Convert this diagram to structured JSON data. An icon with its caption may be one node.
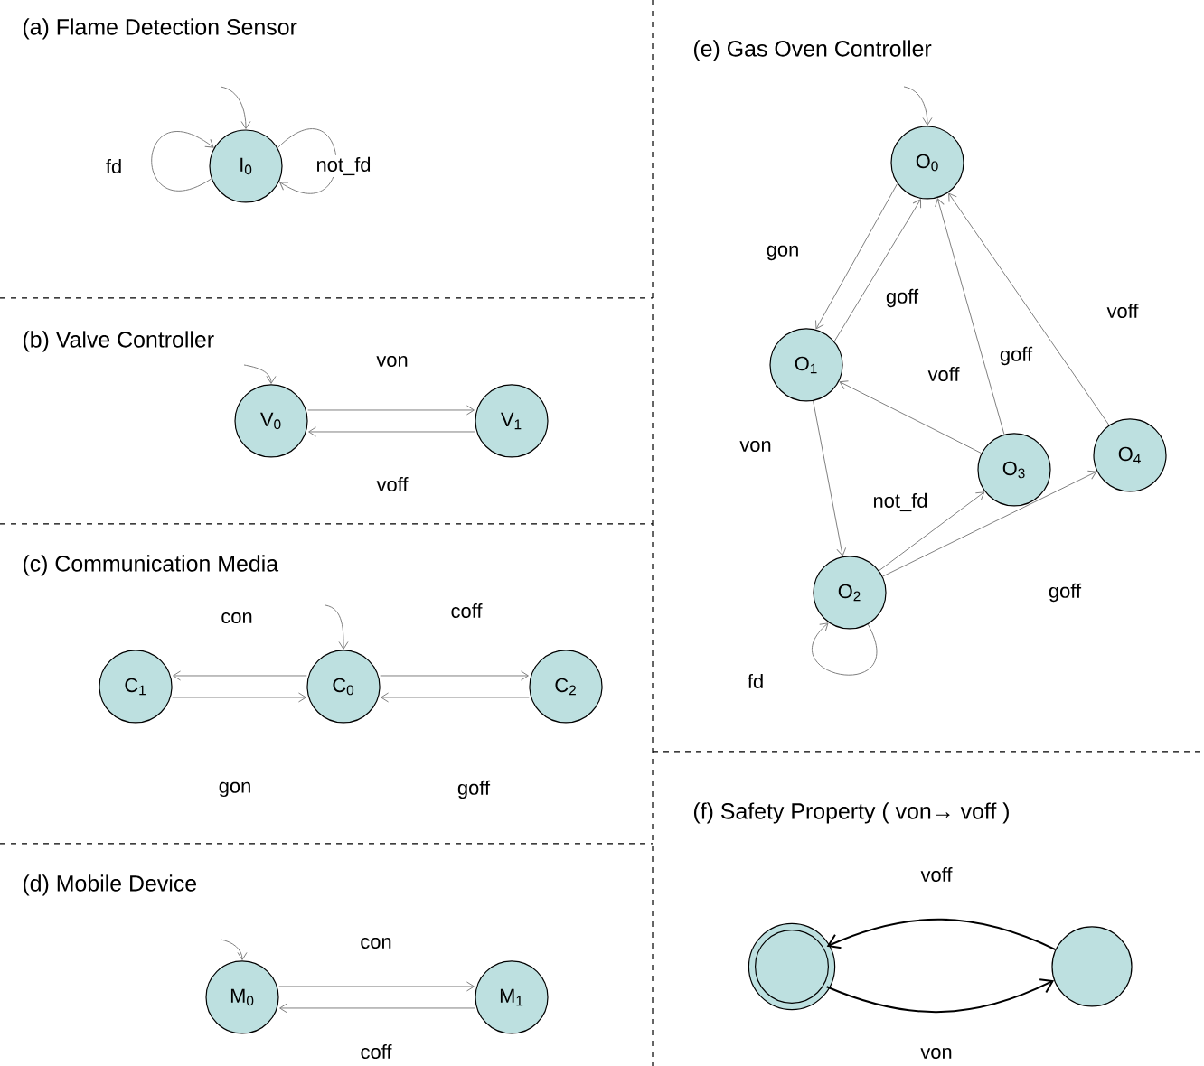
{
  "diagram": {
    "nodes": [
      {
        "text": [
          "I$_{0}$"
        ]
      },
      {
        "text": [
          "V$_{0}$"
        ]
      },
      {
        "text": [
          "V$_{1}$"
        ]
      },
      {
        "text": [
          "C$_{1}$"
        ]
      },
      {
        "text": [
          "C$_{0}$"
        ]
      },
      {
        "text": [
          "C$_{2}$"
        ]
      },
      {
        "text": [
          "M$_{0}$"
        ]
      },
      {
        "text": [
          "M$_{1}$"
        ]
      },
      {
        "text": [
          "O$_{0}$"
        ]
      },
      {
        "text": [
          "O$_{1}$"
        ]
      },
      {
        "text": [
          "O$_{2}$"
        ]
      },
      {
        "text": [
          "O$_{3}$"
        ]
      },
      {
        "text": [
          "O$_{4}$"
        ]
      },
      {
        "text": [],
        "shape": "circle"
      },
      {
        "text": [],
        "shape": "circle"
      }
    ],
    "edges": [
      {
        "from": null,
        "to": 0,
        "arrow": "to"
      },
      {
        "from": 0,
        "to": 0,
        "arrow": "to",
        "label": "fd"
      },
      {
        "from": 0,
        "to": 0,
        "arrow": "to",
        "label": "not_fd"
      },
      {
        "from": null,
        "to": 1,
        "arrow": "to"
      },
      {
        "from": 1,
        "to": 2,
        "arrow": "to",
        "label": "von"
      },
      {
        "from": 2,
        "to": 1,
        "arrow": "to",
        "label": "voff"
      },
      {
        "from": null,
        "to": 4,
        "arrow": "to"
      },
      {
        "from": 4,
        "to": 3,
        "arrow": "to",
        "label": "con"
      },
      {
        "from": 3,
        "to": 4,
        "arrow": "to",
        "label": "gon"
      },
      {
        "from": 4,
        "to": 5,
        "arrow": "to",
        "label": "coff"
      },
      {
        "from": 5,
        "to": 4,
        "arrow": "to",
        "label": "goff"
      },
      {
        "from": null,
        "to": 6,
        "arrow": "to"
      },
      {
        "from": 6,
        "to": 7,
        "arrow": "to",
        "label": "con"
      },
      {
        "from": 7,
        "to": 6,
        "arrow": "to",
        "label": "coff"
      },
      {
        "from": null,
        "to": 8,
        "arrow": "to"
      },
      {
        "from": 8,
        "to": 9,
        "arrow": "to",
        "label": "gon"
      },
      {
        "from": 9,
        "to": 8,
        "arrow": "to",
        "label": "goff"
      },
      {
        "from": 9,
        "to": 10,
        "arrow": "to",
        "label": "von"
      },
      {
        "from": 11,
        "to": 9,
        "arrow": "to",
        "label": "voff"
      },
      {
        "from": 11,
        "to": 8,
        "arrow": "to",
        "label": "goff"
      },
      {
        "from": 12,
        "to": 8,
        "arrow": "to",
        "label": "voff"
      },
      {
        "from": 10,
        "to": 11,
        "arrow": "to",
        "label": "not_fd"
      },
      {
        "from": 10,
        "to": 12,
        "arrow": "to",
        "label": "goff"
      },
      {
        "from": 10,
        "to": 10,
        "arrow": "to",
        "label": "fd"
      },
      {
        "from": 14,
        "to": 13,
        "arrow": "to",
        "label": "voff",
        "color": "#000000"
      },
      {
        "from": 13,
        "to": 14,
        "arrow": "to",
        "label": "von",
        "color": "#000000"
      }
    ],
    "labels": [
      "(a) Flame Detection Sensor",
      "(b) Valve Controller",
      "(c) Communication Media",
      "(d) Mobile Device",
      "(e) Gas Oven Controller",
      "(f) Safety Property ( von→ voff )"
    ]
  }
}
